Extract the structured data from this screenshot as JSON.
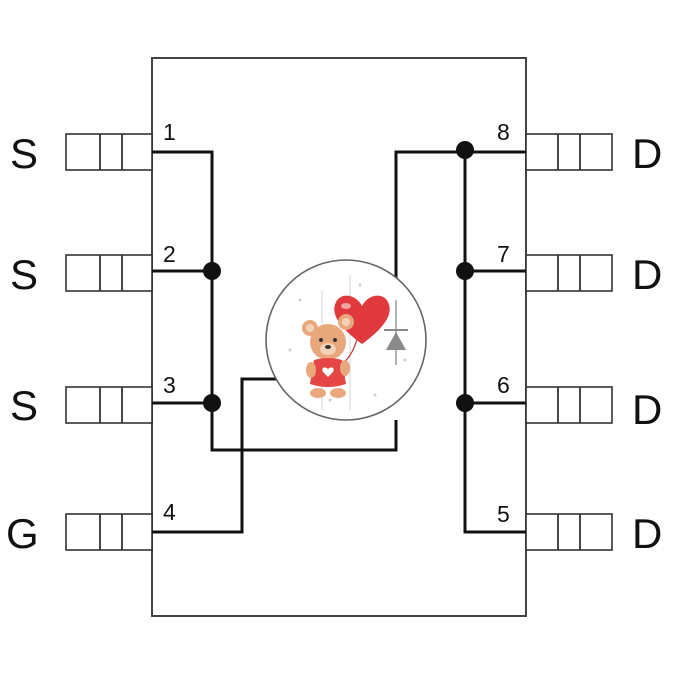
{
  "pins": {
    "p1": {
      "number": "1",
      "letter": "S"
    },
    "p2": {
      "number": "2",
      "letter": "S"
    },
    "p3": {
      "number": "3",
      "letter": "S"
    },
    "p4": {
      "number": "4",
      "letter": "G"
    },
    "p5": {
      "number": "5",
      "letter": "D"
    },
    "p6": {
      "number": "6",
      "letter": "D"
    },
    "p7": {
      "number": "7",
      "letter": "D"
    },
    "p8": {
      "number": "8",
      "letter": "D"
    }
  },
  "colors": {
    "line": "#111111",
    "package": "#444444",
    "heart": "#e03a3e",
    "bear": "#e8a87c",
    "shirt": "#e64545"
  },
  "icons": {
    "overlay": "teddy-bear-heart-balloon-icon",
    "body_diode": "diode-icon"
  }
}
